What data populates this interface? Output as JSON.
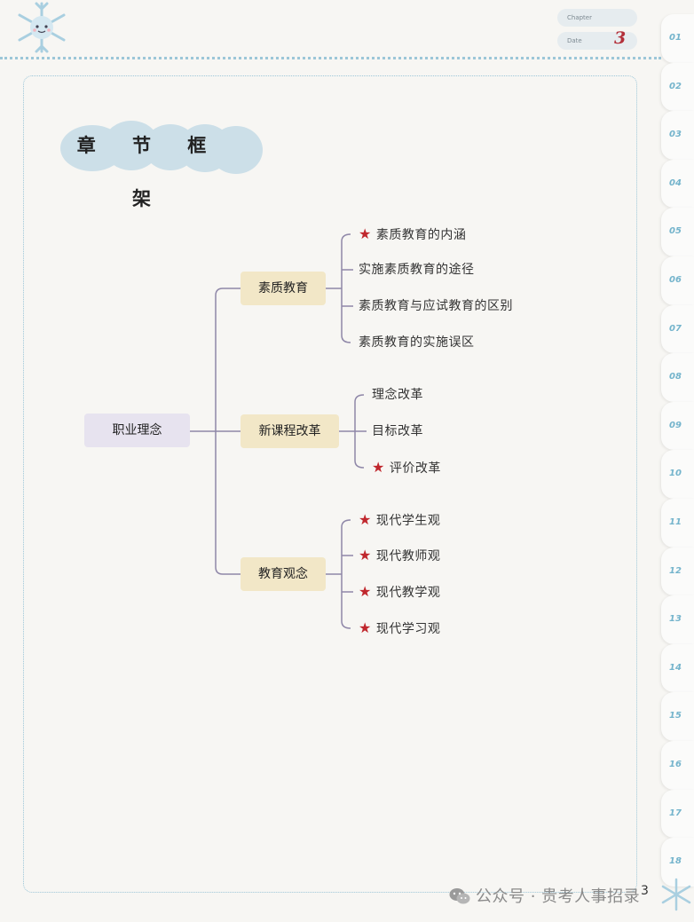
{
  "header": {
    "chapter_label": "Chapter",
    "date_label": "Date",
    "date_value": "3"
  },
  "side_tabs": [
    "01",
    "02",
    "03",
    "04",
    "05",
    "06",
    "07",
    "08",
    "09",
    "10",
    "11",
    "12",
    "13",
    "14",
    "15",
    "16",
    "17",
    "18"
  ],
  "section_title": "章 节 框 架",
  "mindmap": {
    "root": "职业理念",
    "branches": [
      {
        "label": "素质教育",
        "leaves": [
          {
            "text": "素质教育的内涵",
            "starred": true
          },
          {
            "text": "实施素质教育的途径",
            "starred": false
          },
          {
            "text": "素质教育与应试教育的区别",
            "starred": false
          },
          {
            "text": "素质教育的实施误区",
            "starred": false
          }
        ]
      },
      {
        "label": "新课程改革",
        "leaves": [
          {
            "text": "理念改革",
            "starred": false
          },
          {
            "text": "目标改革",
            "starred": false
          },
          {
            "text": "评价改革",
            "starred": true
          }
        ]
      },
      {
        "label": "教育观念",
        "leaves": [
          {
            "text": "现代学生观",
            "starred": true
          },
          {
            "text": "现代教师观",
            "starred": true
          },
          {
            "text": "现代教学观",
            "starred": true
          },
          {
            "text": "现代学习观",
            "starred": true
          }
        ]
      }
    ]
  },
  "star_glyph": "★",
  "page_number": "3",
  "watermark": "公众号 · 贵考人事招录",
  "colors": {
    "accent_blue": "#9cc6d8",
    "star_red": "#c0272d",
    "root_bg": "#e7e3ef",
    "branch_bg": "#f2e7c7",
    "line": "#8f87a8"
  }
}
